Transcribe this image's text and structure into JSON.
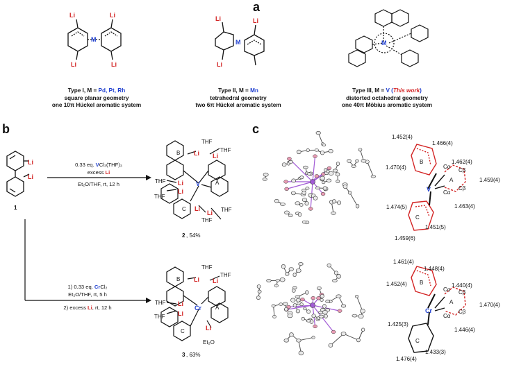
{
  "panels": {
    "a": "a",
    "b": "b",
    "c": "c"
  },
  "atoms": {
    "li": "Li",
    "m": "M",
    "v": "V",
    "cr": "Cr",
    "thf": "THF",
    "et2o": "Et₂O",
    "ring_a": "A",
    "ring_b": "B",
    "ring_c": "C",
    "c_alpha": "Cα",
    "c_beta": "Cβ"
  },
  "type1": {
    "prefix": "Type I, ",
    "m_eq": "M = ",
    "metals": "Pd, Pt, Rh",
    "geometry": "square planar geometry",
    "system": "one 10π Hückel aromatic system"
  },
  "type2": {
    "prefix": "Type II, ",
    "m_eq": "M = ",
    "metals": "Mn",
    "geometry": "tetrahedral geometry",
    "system": "two 6π Hückel aromatic system"
  },
  "type3": {
    "prefix": "Type III, ",
    "m_eq": "M = ",
    "metal": "V",
    "open": " (",
    "note": "This work",
    "close": ")",
    "geometry": "distorted octahedral geometry",
    "system": "one 40π Möbius aromatic system"
  },
  "compound1": {
    "number": "1"
  },
  "rxn1": {
    "line1_pre": "0.33 eq. ",
    "line1_metal": "V",
    "line1_post": "Cl₃(THF)₃",
    "line2_pre": "excess ",
    "line2_li": "Li",
    "line3": "Et₂O/THF, rt, 12 h"
  },
  "rxn2": {
    "line1_pre": "1) 0.33 eq. ",
    "line1_metal": "Cr",
    "line1_post": "Cl₂",
    "line2": "Et₂O/THF, rt, 5 h",
    "line3_pre": "2) excess ",
    "line3_li": "Li",
    "line3_post": ", rt, 12 h"
  },
  "product2": {
    "number": "2",
    "yield": ", 54%"
  },
  "product3": {
    "number": "3",
    "yield": ", 63%"
  },
  "bonds_v": [
    "1.452(4)",
    "1.466(4)",
    "1.470(4)",
    "1.462(4)",
    "1.459(4)",
    "1.474(5)",
    "1.463(4)",
    "1.459(6)",
    "1.451(5)"
  ],
  "bonds_cr": [
    "1.461(4)",
    "1.448(4)",
    "1.452(4)",
    "1.440(4)",
    "1.470(4)",
    "1.425(3)",
    "1.446(4)",
    "1.476(4)",
    "1.433(3)"
  ],
  "colors": {
    "metal_blue": "#1f3fcf",
    "li_red": "#d32424",
    "bond_red": "#d32424",
    "li_atom_pink": "#e79ab2",
    "bond_purple": "#a25bd6"
  }
}
